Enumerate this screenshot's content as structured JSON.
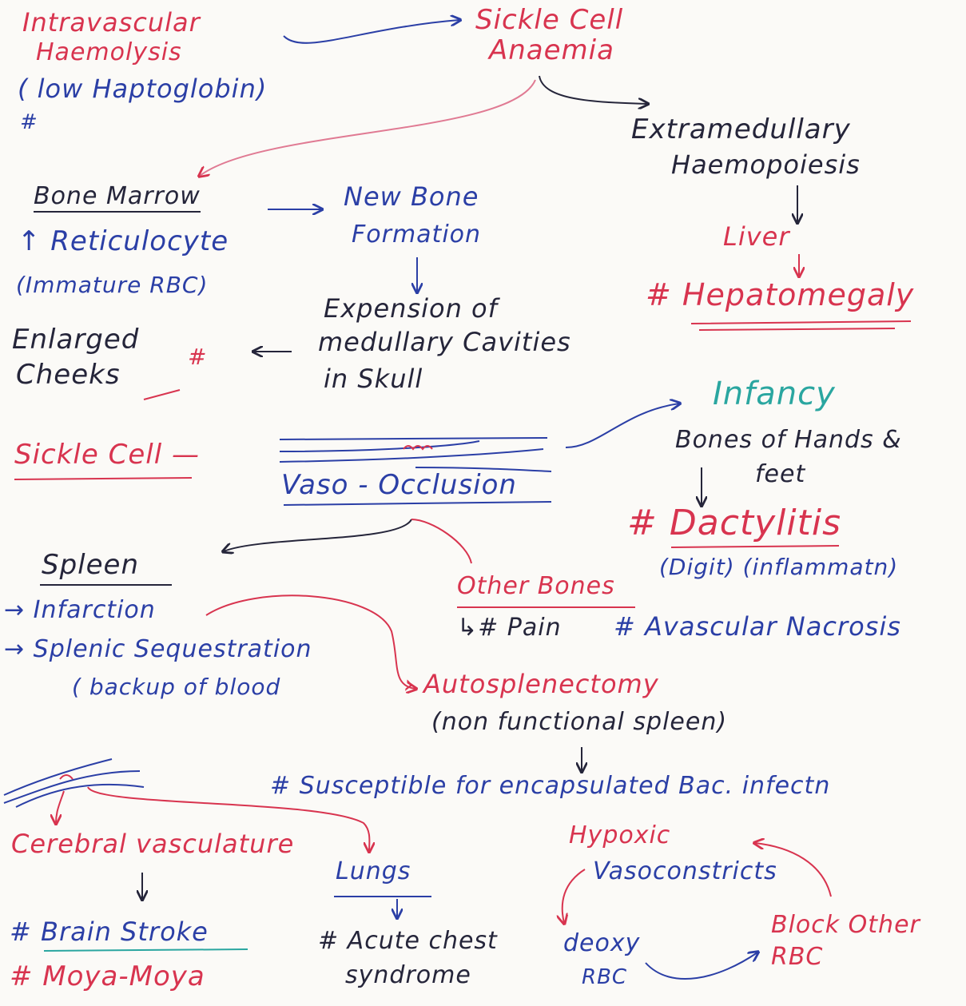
{
  "colors": {
    "red": "#d8344f",
    "blue": "#2b3fa6",
    "dark": "#25253a",
    "paper": "#fbfaf7"
  },
  "notes": {
    "intravascular": "Intravascular",
    "haemolysis": "Haemolysis",
    "low_haptoglobin": "( low Haptoglobin)",
    "hash_top": "#",
    "sickle_cell_anaemia_1": "Sickle Cell",
    "sickle_cell_anaemia_2": "Anaemia",
    "extramedullary_1": "Extramedullary",
    "extramedullary_2": "Haemopoiesis",
    "liver": "Liver",
    "hepatomegaly": "# Hepatomegaly",
    "bone_marrow": "Bone Marrow",
    "reticulocyte": "↑ Reticulocyte",
    "immature_rbc": "(Immature RBC)",
    "new_bone_1": "New Bone",
    "new_bone_2": "Formation",
    "expansion_1": "Expension of",
    "expansion_2": "medullary Cavities",
    "expansion_3": "in Skull",
    "enlarged_1": "Enlarged",
    "enlarged_2": "Cheeks",
    "enlarged_hash": "#",
    "sickle_cell": "Sickle Cell —",
    "vaso_occlusion": "Vaso - Occlusion",
    "infancy": "Infancy",
    "bones_hands_1": "Bones of Hands &",
    "bones_hands_2": "feet",
    "dactylitis": "# Dactylitis",
    "digit_inflammation": "(Digit) (inflammatn)",
    "spleen": "Spleen",
    "infarction": "→ Infarction",
    "splenic_sequestration": "→ Splenic Sequestration",
    "backup_of_blood": "( backup of blood",
    "other_bones": "Other Bones",
    "pain": "↳# Pain",
    "avascular_necrosis": "# Avascular Nacrosis",
    "autosplenectomy": "› Autosplenectomy",
    "non_functional_spleen": "(non functional spleen)",
    "susceptible": "# Susceptible for encapsulated Bac. infectn",
    "cerebral_vasculature": "Cerebral vasculature",
    "brain_stroke": "# Brain Stroke",
    "moya_moya": "# Moya-Moya",
    "lungs": "Lungs",
    "acute_chest_1": "# Acute chest",
    "acute_chest_2": "syndrome",
    "hypoxic_1": "Hypoxic",
    "hypoxic_2": "Vasoconstricts",
    "block_1": "Block Other",
    "block_2": "RBC",
    "deoxy_1": "deoxy",
    "deoxy_2": "RBC"
  }
}
